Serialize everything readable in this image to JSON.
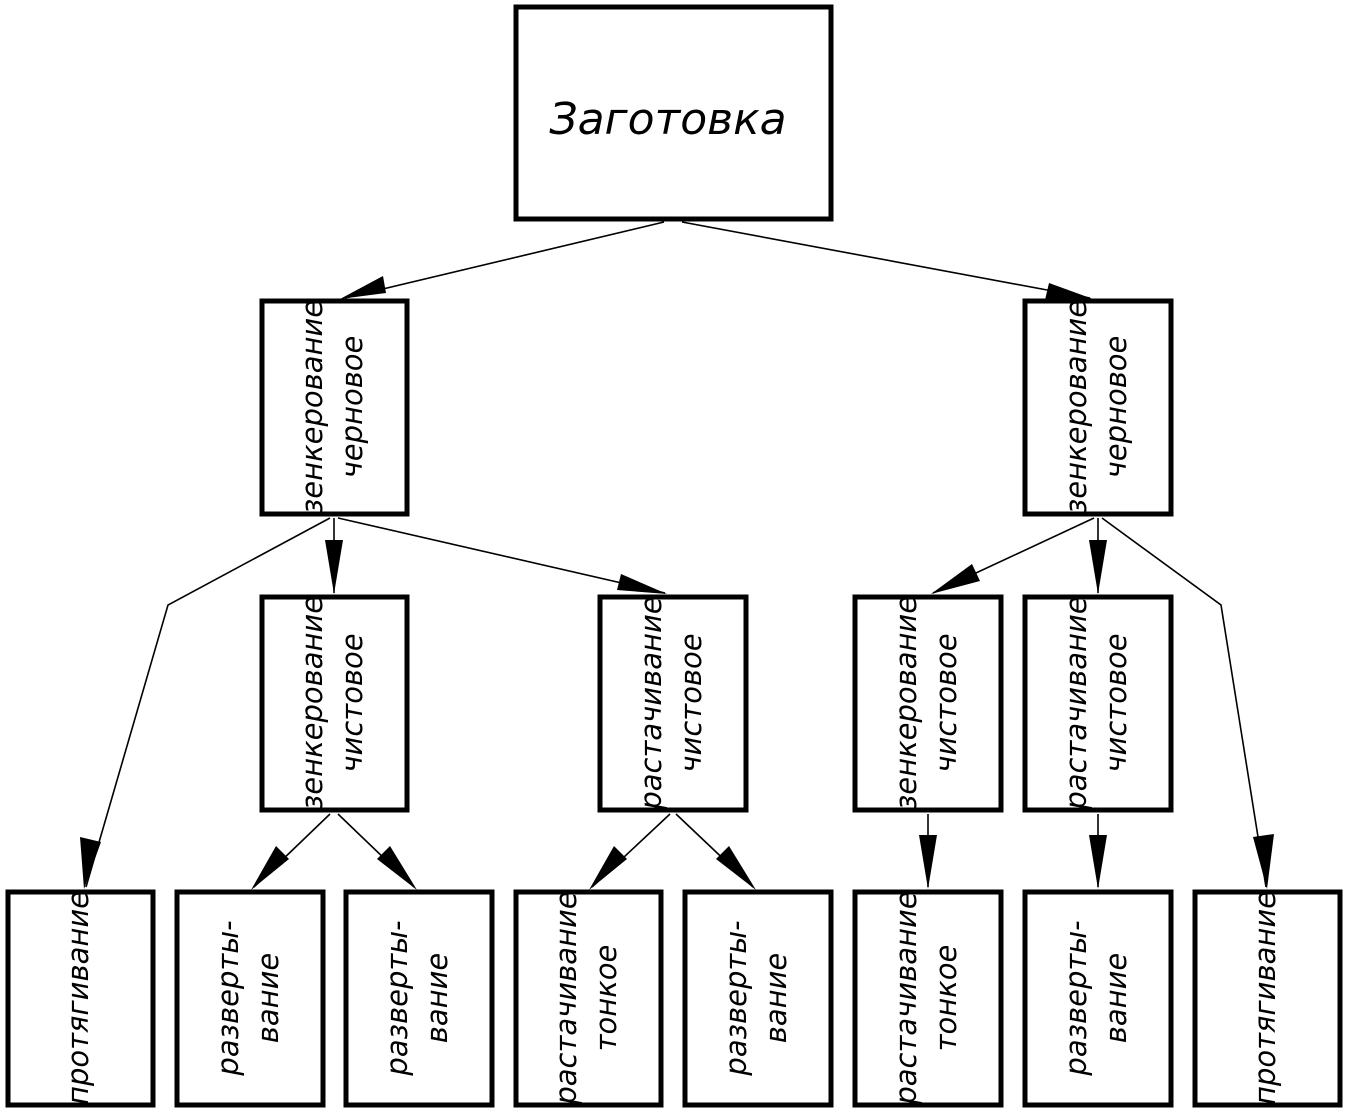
{
  "diagram": {
    "root": {
      "label": "Заготовка"
    },
    "level1": [
      {
        "lines": [
          "зенкерование",
          "черновое"
        ]
      },
      {
        "lines": [
          "зенкерование",
          "черновое"
        ]
      }
    ],
    "level2": [
      {
        "lines": [
          "зенкерование",
          "чистовое"
        ]
      },
      {
        "lines": [
          "растачивание",
          "чистовое"
        ]
      },
      {
        "lines": [
          "зенкерование",
          "чистовое"
        ]
      },
      {
        "lines": [
          "растачивание",
          "чистовое"
        ]
      }
    ],
    "level3": [
      {
        "lines": [
          "протягивание"
        ]
      },
      {
        "lines": [
          "разверты-",
          "вание"
        ]
      },
      {
        "lines": [
          "разверты-",
          "вание"
        ]
      },
      {
        "lines": [
          "растачивание",
          "тонкое"
        ]
      },
      {
        "lines": [
          "разверты-",
          "вание"
        ]
      },
      {
        "lines": [
          "растачивание",
          "тонкое"
        ]
      },
      {
        "lines": [
          "разверты-",
          "вание"
        ]
      },
      {
        "lines": [
          "протягивание"
        ]
      }
    ]
  },
  "colors": {
    "stroke": "#000000",
    "background": "#ffffff"
  }
}
